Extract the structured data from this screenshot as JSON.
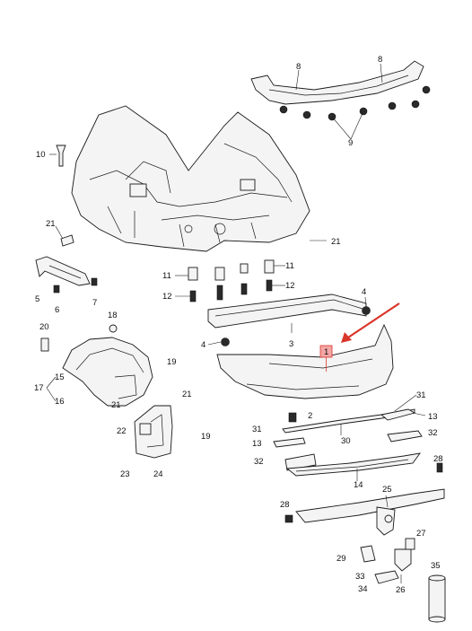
{
  "labels": {
    "l1": "1",
    "l2": "2",
    "l3": "3",
    "l4a": "4",
    "l4b": "4",
    "l5": "5",
    "l6": "6",
    "l7": "7",
    "l8a": "8",
    "l8b": "8",
    "l9": "9",
    "l10": "10",
    "l11a": "11",
    "l11b": "11",
    "l12a": "12",
    "l12b": "12",
    "l13a": "13",
    "l13b": "13",
    "l14": "14",
    "l15": "15",
    "l16": "16",
    "l17": "17",
    "l18": "18",
    "l19a": "19",
    "l19b": "19",
    "l20": "20",
    "l21a": "21",
    "l21b": "21",
    "l21c": "21",
    "l21d": "21",
    "l22": "22",
    "l23": "23",
    "l24": "24",
    "l25": "25",
    "l26": "26",
    "l27": "27",
    "l28a": "28",
    "l28b": "28",
    "l29": "29",
    "l30": "30",
    "l31a": "31",
    "l31b": "31",
    "l32a": "32",
    "l32b": "32",
    "l33": "33",
    "l34": "34",
    "l35": "35"
  },
  "colors": {
    "highlight_fill": "#f4a6a6",
    "highlight_stroke": "#d9362b",
    "arrow": "#d9362b"
  }
}
